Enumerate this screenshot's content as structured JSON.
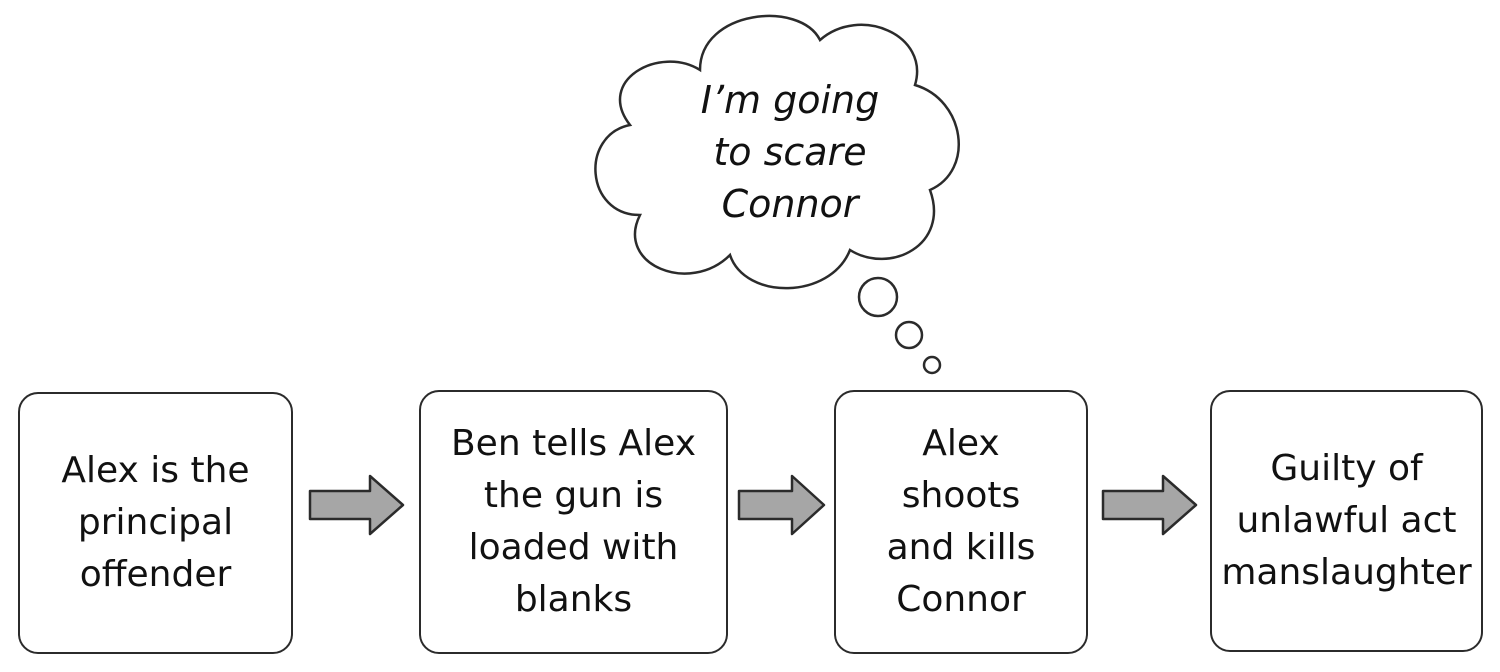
{
  "flow": {
    "steps": [
      {
        "text": "Alex is the\nprincipal\noffender"
      },
      {
        "text": "Ben tells Alex\nthe gun is\nloaded with\nblanks"
      },
      {
        "text": "Alex\nshoots\nand kills\nConnor"
      },
      {
        "text": "Guilty of\nunlawful act\nmanslaughter"
      }
    ]
  },
  "thought": {
    "text": "I’m going\nto scare\nConnor"
  },
  "colors": {
    "arrow_fill": "#a6a6a6",
    "stroke": "#2b2b2b"
  }
}
